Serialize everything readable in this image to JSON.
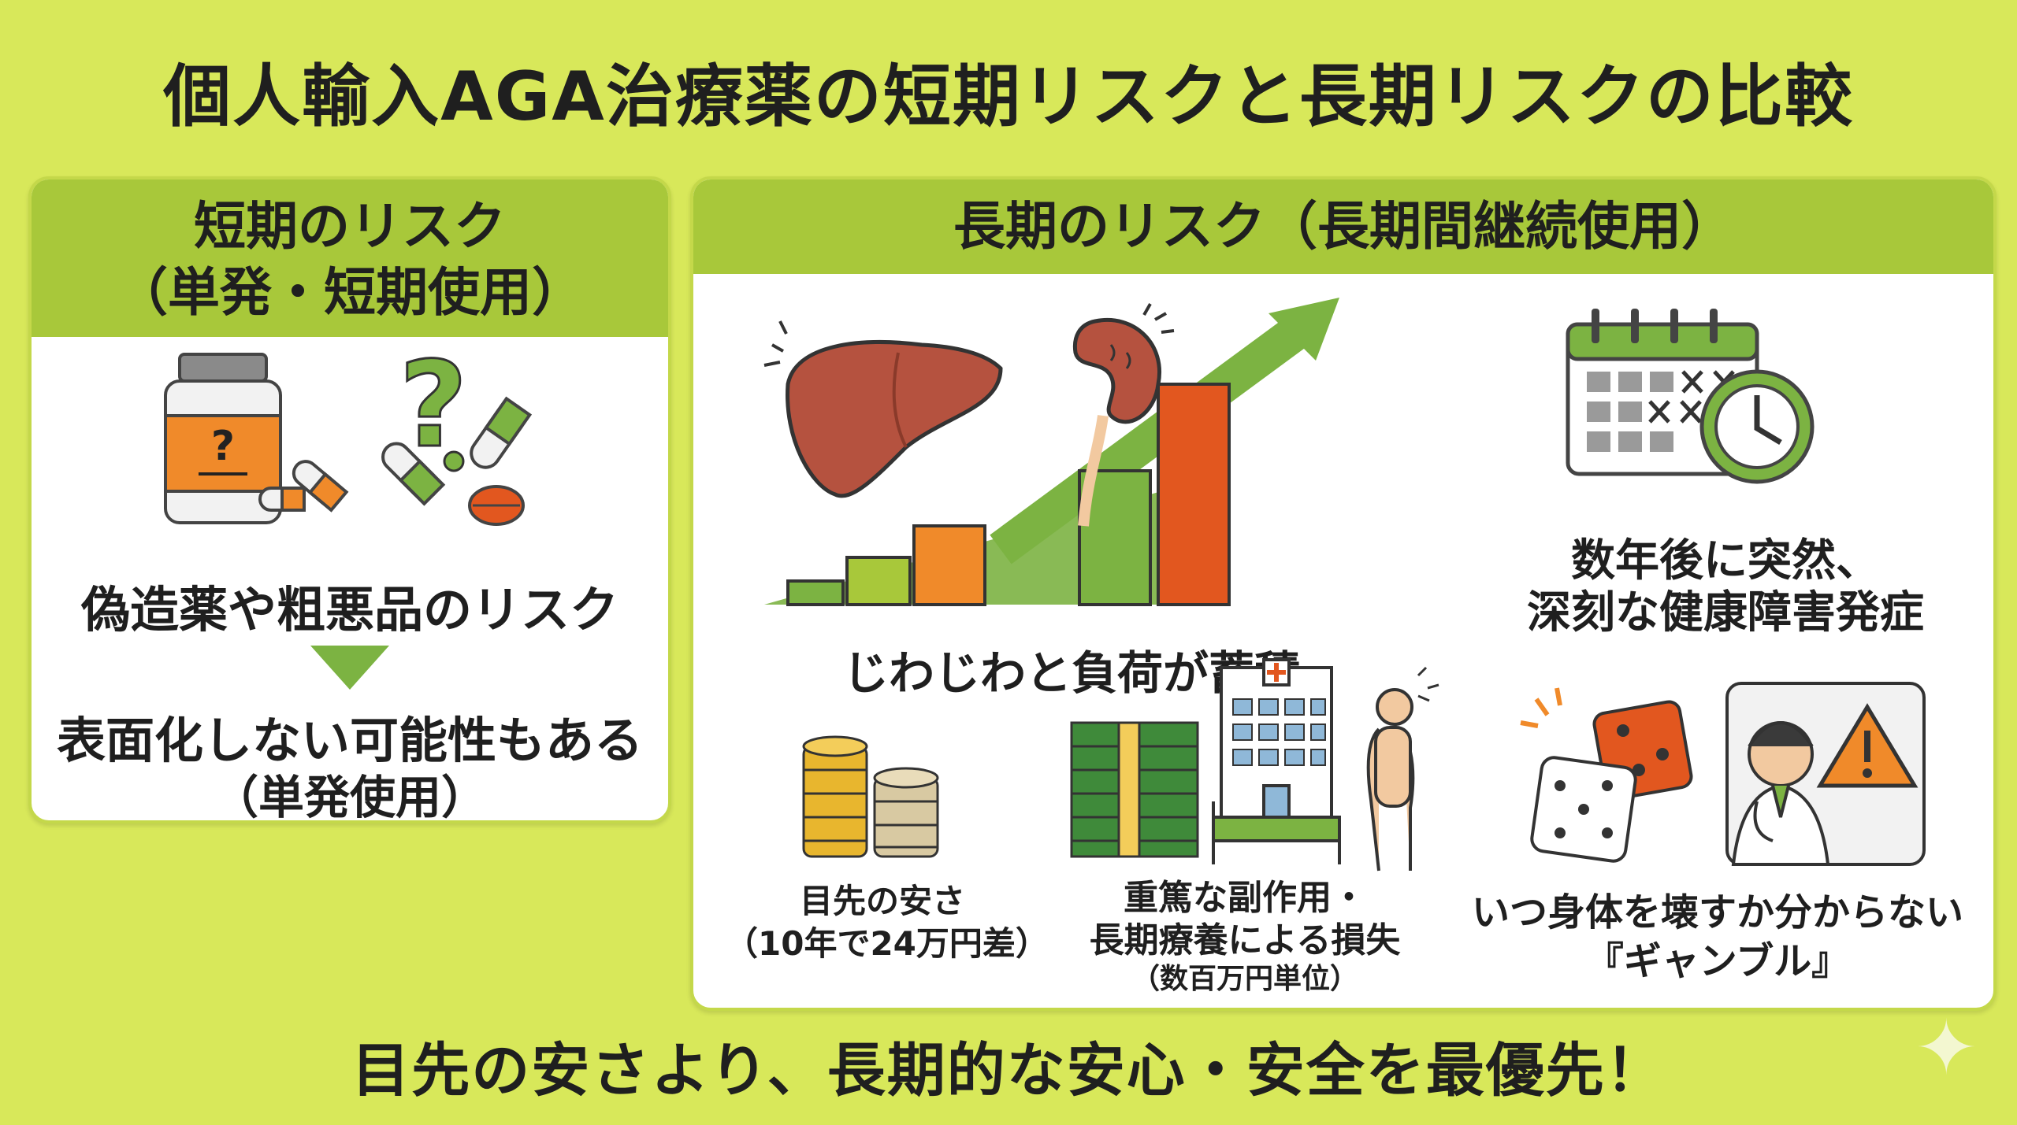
{
  "title": "個人輸入AGA治療薬の短期リスクと長期リスクの比較",
  "short_term": {
    "heading_line1": "短期のリスク",
    "heading_line2": "（単発・短期使用）",
    "risk_label": "偽造薬や粗悪品のリスク",
    "result_line1": "表面化しない可能性もある",
    "result_line2": "（単発使用）",
    "bottle_mark": "?"
  },
  "long_term": {
    "heading": "長期のリスク（長期間継続使用）",
    "accumulation_label": "じわじわと負荷が蓄積",
    "sudden_line1": "数年後に突然、",
    "sudden_line2": "深刻な健康障害発症",
    "savings_line1": "目先の安さ",
    "savings_line2": "（10年で24万円差）",
    "loss_line1": "重篤な副作用・",
    "loss_line2": "長期療養による損失",
    "loss_line3": "（数百万円単位）",
    "gamble_line1": "いつ身体を壊すか分からない",
    "gamble_line2": "『ギャンブル』"
  },
  "footer": "目先の安さより、長期的な安心・安全を最優先！",
  "colors": {
    "background": "#d8e85a",
    "panel_header": "#a8c83a",
    "accent_green": "#7cb342",
    "accent_orange": "#f08a2a",
    "accent_red": "#e2571f",
    "organ": "#b5523f"
  },
  "icons": [
    "pill-bottle-icon",
    "question-mark-icon",
    "capsule-icon",
    "tablet-icon",
    "down-arrow-icon",
    "liver-icon",
    "kidney-icon",
    "rising-bar-chart-icon",
    "trend-arrow-icon",
    "calendar-icon",
    "clock-icon",
    "coin-stack-icon",
    "cash-bundle-icon",
    "hospital-icon",
    "hospital-bed-icon",
    "sick-person-icon",
    "dice-icon",
    "doctor-icon",
    "warning-icon",
    "sparkle-icon"
  ]
}
